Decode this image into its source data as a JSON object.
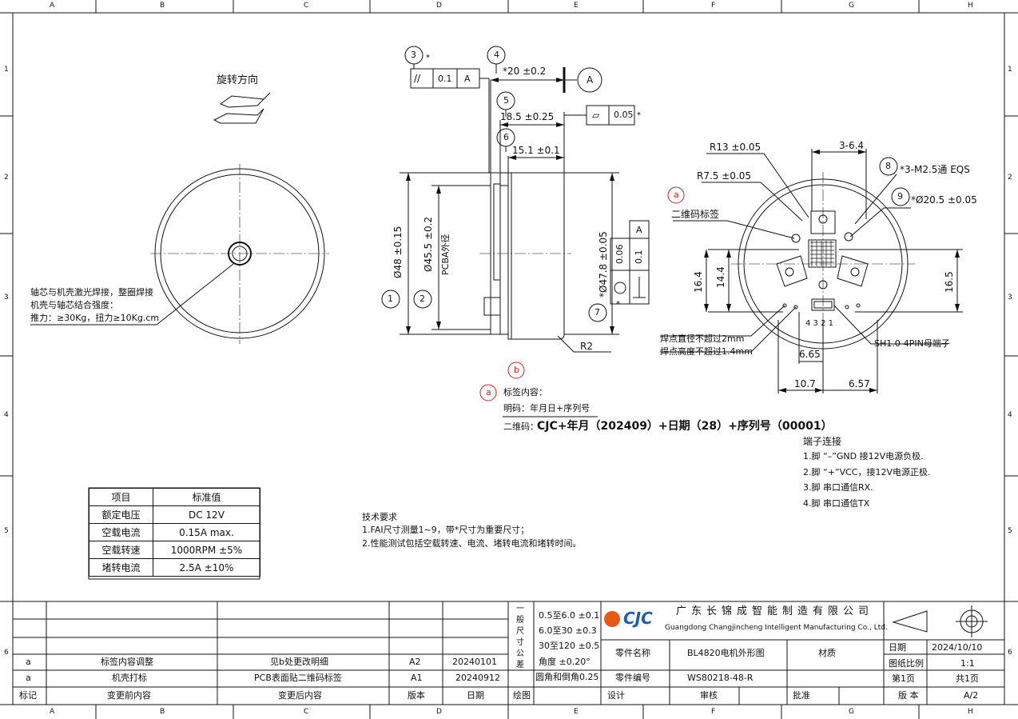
{
  "grid": {
    "columns": [
      "A",
      "B",
      "C",
      "D",
      "E",
      "F",
      "G",
      "H"
    ],
    "rows": [
      "1",
      "2",
      "3",
      "4",
      "5",
      "6"
    ]
  },
  "front_view": {
    "rotation_label": "旋转方向",
    "note_lines": [
      "轴芯与机壳激光焊接，整圈焊接",
      "机壳与轴芯结合强度：",
      "推力：≥30Kg，扭力≥10Kg.cm"
    ]
  },
  "side_view": {
    "balloons": [
      "1",
      "2",
      "3",
      "4",
      "5",
      "6",
      "7"
    ],
    "fcf_parallel": {
      "symbol": "//",
      "tolerance": "0.1",
      "datum": "A",
      "star": "*"
    },
    "datum_a": "A",
    "dim_20": "*20 ±0.2",
    "dim_18_5": "18.5 ±0.25",
    "dim_15_1": "15.1 ±0.1",
    "fcf_flat": {
      "tolerance": "0.05",
      "star": "*"
    },
    "dim_48": "Ø48 ±0.15",
    "dim_45_5": "Ø45.5 ±0.2",
    "pcba_label": "PCBA外径",
    "dim_47_8": "*Ø47.8 ±0.05",
    "fcf_right": {
      "row1_tol": "0.06",
      "row2_tol": "0.1",
      "datum": "A"
    },
    "radius": "R2",
    "star_7": "*"
  },
  "rear_view": {
    "balloons": [
      "8",
      "9"
    ],
    "r13": "R13 ±0.05",
    "r7_5": "R7.5 ±0.05",
    "dim_3_6_4": "3-6.4",
    "hole_note": "*3-M2.5通 EQS",
    "dia_20_5": "*Ø20.5 ±0.05",
    "a_balloon": "a",
    "qr_label": "二维码标签",
    "dim_16_4": "16.4",
    "dim_14_4": "14.4",
    "dim_16_5": "16.5",
    "pin_numbers": "4 3 2 1",
    "solder_1": "焊点直径不超过2mm",
    "solder_2": "焊点高度不超过1.4mm",
    "connector": "SH1.0-4PIN母端子",
    "dim_6_65": "6.65",
    "dim_10_7": "10.7",
    "dim_6_57": "6.57"
  },
  "label_content": {
    "b_balloon": "b",
    "a_balloon": "a",
    "title": "标签内容：",
    "line1": "明码：年月日+序列号",
    "line2_prefix": "二维码：",
    "line2": "CJC+年月（202409）+日期（28）+序列号（00001）"
  },
  "terminal": {
    "title": "端子连接",
    "lines": [
      "1.脚 “–”GND 接12V电源负极.",
      "2.脚 “+”VCC，接12V电源正极.",
      "3.脚 串口通信RX.",
      "4.脚 串口通信TX"
    ]
  },
  "spec_table": {
    "header": [
      "项目",
      "标准值"
    ],
    "rows": [
      [
        "额定电压",
        "DC 12V"
      ],
      [
        "空载电流",
        "0.15A max."
      ],
      [
        "空载转速",
        "1000RPM ±5%"
      ],
      [
        "堵转电流",
        "2.5A ±10%"
      ]
    ]
  },
  "tech_req": {
    "title": "技术要求",
    "lines": [
      "1.FAI尺寸测量1~9，带*尺寸为重要尺寸；",
      "2.性能测试包括空载转速、电流、堵转电流和堵转时间。"
    ]
  },
  "revision_table": {
    "rows": [
      [
        "a",
        "标签内容调整",
        "见b处更改明细",
        "A2",
        "20240101"
      ],
      [
        "a",
        "机壳打标",
        "PCB表面贴二维码标签",
        "A1",
        "20240912"
      ]
    ],
    "header": [
      "标记",
      "变更前内容",
      "变更后内容",
      "版本",
      "日期",
      "绘图"
    ]
  },
  "tolerance_block": {
    "vertical_label": [
      "一",
      "般",
      "尺",
      "寸",
      "公",
      "差"
    ],
    "lines": [
      "0.5至6.0 ±0.1",
      "6.0至30 ±0.3",
      "30至120 ±0.5",
      "角度 ±0.20°",
      "圆角和倒角0.25"
    ]
  },
  "company": {
    "logo": "CJC",
    "name_cn": "广东长锦成智能制造有限公司",
    "name_en": "Guangdong Changjincheng Intelligent Manufacturing Co., Ltd."
  },
  "title_block": {
    "part_name_label": "零件名称",
    "part_name": "BL4820电机外形图",
    "material_label": "材质",
    "part_no_label": "零件编号",
    "part_no": "WS80218-48-R",
    "date_label": "日期",
    "date": "2024/10/10",
    "scale_label": "图纸比例",
    "scale": "1:1",
    "page": "第1页",
    "total": "共1页",
    "design_label": "设计",
    "review_label": "审核",
    "approve_label": "批准",
    "version_label": "版 本",
    "version": "A/2"
  }
}
